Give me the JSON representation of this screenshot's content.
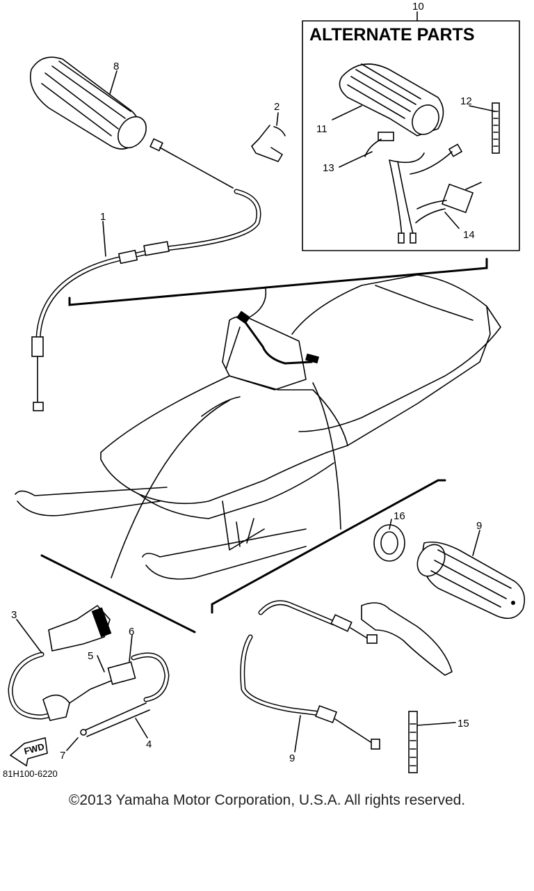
{
  "diagram": {
    "alternate_title": "ALTERNATE PARTS",
    "part_number": "81H100-6220",
    "fwd_label": "FWD",
    "callouts": [
      "1",
      "2",
      "3",
      "4",
      "5",
      "6",
      "7",
      "8",
      "9",
      "9",
      "10",
      "11",
      "12",
      "13",
      "14",
      "15",
      "16"
    ]
  },
  "footer": {
    "copyright": "©2013 Yamaha Motor Corporation, U.S.A. All rights reserved."
  }
}
